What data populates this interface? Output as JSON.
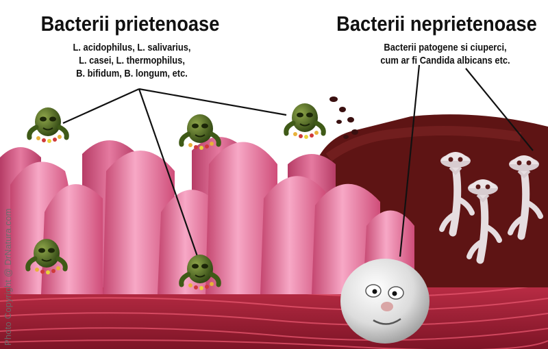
{
  "friendly": {
    "title": "Bacterii prietenoase",
    "lines": [
      "L. acidophilus, L. salivarius,",
      "L. casei, L. thermophilus,",
      "B. bifidum, B. longum, etc."
    ]
  },
  "unfriendly": {
    "title": "Bacterii neprietenoase",
    "lines": [
      "Bacterii patogene si ciuperci,",
      "cum ar fi Candida albicans etc."
    ]
  },
  "copyright": "Photo Copyright @ DrNatura.com",
  "colors": {
    "villus": "#e0608a",
    "villus_light": "#f4a8c4",
    "tissue": "#b8233c",
    "good_bacteria": "#4d6a22",
    "bad_overgrowth": "#5e1414",
    "fungus": "#d9d0d3"
  },
  "icons": [
    "friendly-bacterium-icon",
    "candida-fungus-icon",
    "pathogen-creature-icon"
  ]
}
